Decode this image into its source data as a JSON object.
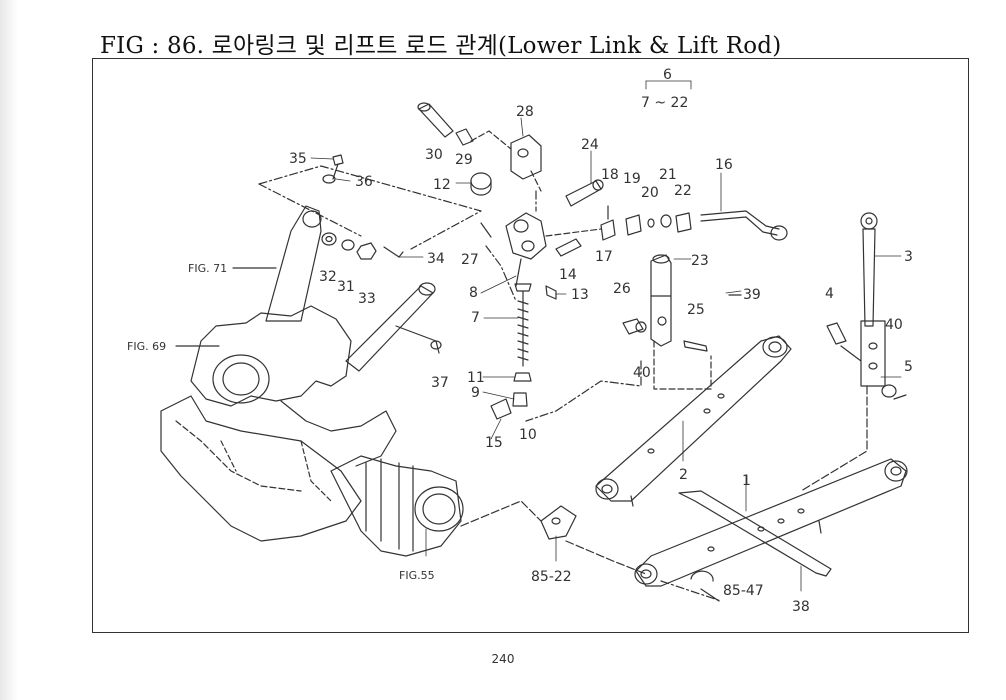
{
  "title": "FIG : 86. 로아링크 및 리프트 로드 관계(Lower Link & Lift Rod)",
  "page_number": "240",
  "callouts": {
    "c6": "6",
    "c7_22": "7 ~ 22",
    "c28": "28",
    "c30": "30",
    "c29": "29",
    "c24": "24",
    "c35": "35",
    "c36": "36",
    "c12": "12",
    "c18": "18",
    "c19": "19",
    "c20": "20",
    "c21": "21",
    "c22": "22",
    "c16": "16",
    "fig71": "FIG. 71",
    "c32": "32",
    "c31": "31",
    "c33": "33",
    "c34": "34",
    "c27": "27",
    "c17": "17",
    "c14": "14",
    "c23": "23",
    "c3": "3",
    "c8": "8",
    "c13": "13",
    "c39": "39",
    "c26": "26",
    "c25": "25",
    "c4": "4",
    "c40a": "40",
    "c7": "7",
    "fig69": "FIG. 69",
    "c37": "37",
    "c40b": "40",
    "c5": "5",
    "c11": "11",
    "c9": "9",
    "c15": "15",
    "c10": "10",
    "c2": "2",
    "c1": "1",
    "fig55": "FIG.55",
    "c85_22": "85-22",
    "c85_47": "85-47",
    "c38": "38"
  }
}
